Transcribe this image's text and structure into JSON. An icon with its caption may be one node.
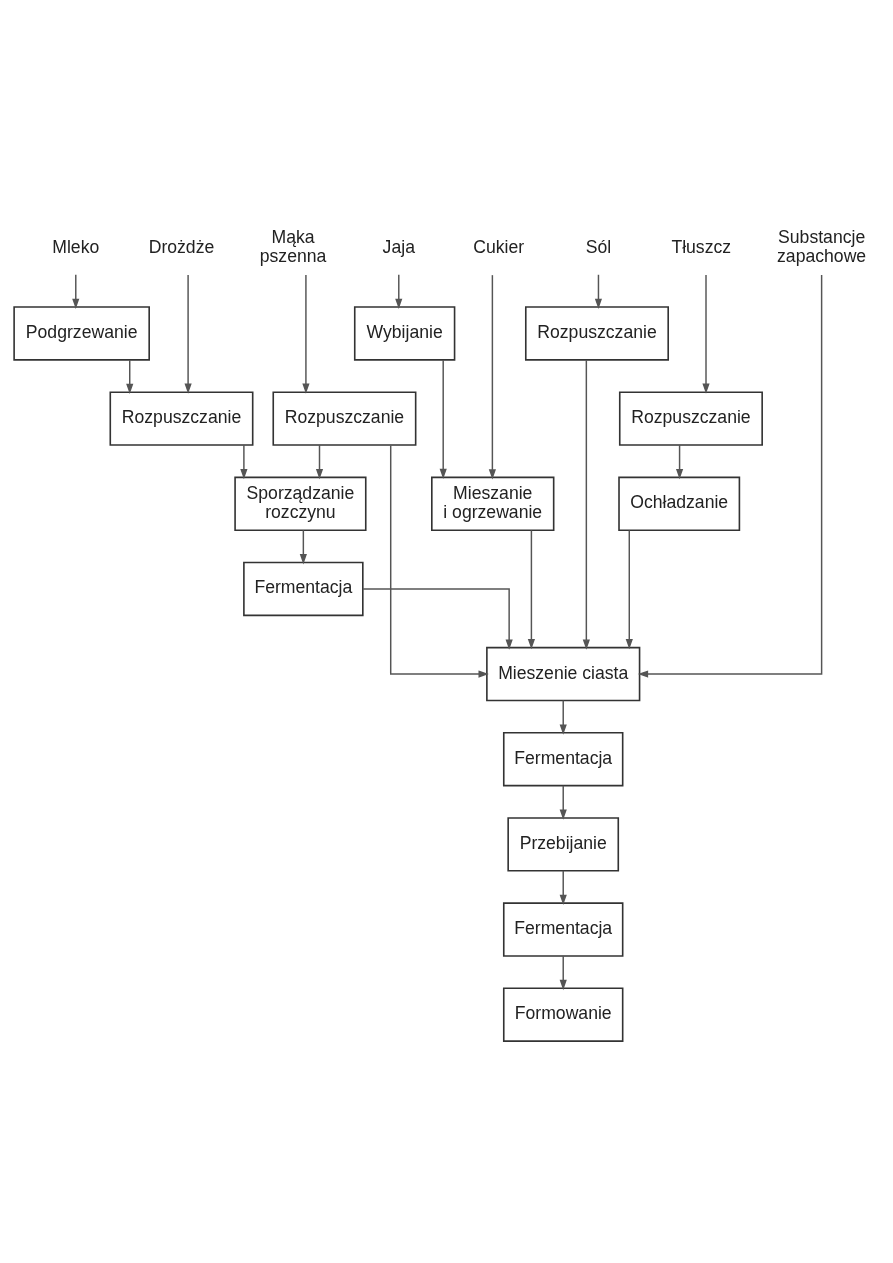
{
  "diagram": {
    "nodes": [
      {
        "text": [
          "Mleko"
        ]
      },
      {
        "text": [
          "Drożdże"
        ]
      },
      {
        "text": [
          "Mąka pszenna"
        ]
      },
      {
        "text": [
          "Jaja"
        ]
      },
      {
        "text": [
          "Cukier"
        ]
      },
      {
        "text": [
          "Sól"
        ]
      },
      {
        "text": [
          "Tłuszcz"
        ]
      },
      {
        "text": [
          "Substancje zapachowe"
        ]
      },
      {
        "text": [
          "Podgrzewanie"
        ]
      },
      {
        "text": [
          "Wybijanie"
        ]
      },
      {
        "text": [
          "Rozpuszczanie"
        ]
      },
      {
        "text": [
          "Rozpuszczanie"
        ]
      },
      {
        "text": [
          "Rozpuszczanie"
        ]
      },
      {
        "text": [
          "Rozpuszczanie"
        ]
      },
      {
        "text": [
          "Sporządzanie rozczynu"
        ]
      },
      {
        "text": [
          "Mieszanie i ogrzewanie"
        ]
      },
      {
        "text": [
          "Ochładzanie"
        ]
      },
      {
        "text": [
          "Fermentacja"
        ]
      },
      {
        "text": [
          "Mieszenie ciasta"
        ]
      },
      {
        "text": [
          "Fermentacja"
        ]
      },
      {
        "text": [
          "Przebijanie"
        ]
      },
      {
        "text": [
          "Fermentacja"
        ]
      },
      {
        "text": [
          "Formowanie"
        ]
      }
    ],
    "edges": [
      {
        "from": 0,
        "to": 8,
        "arrow": "to"
      },
      {
        "from": 8,
        "to": 11,
        "arrow": "to"
      },
      {
        "from": 1,
        "to": 11,
        "arrow": "to"
      },
      {
        "from": 2,
        "to": 12,
        "arrow": "to"
      },
      {
        "from": 11,
        "to": 14,
        "arrow": "to"
      },
      {
        "from": 12,
        "to": 14,
        "arrow": "to"
      },
      {
        "from": 14,
        "to": 17,
        "arrow": "to"
      },
      {
        "from": 17,
        "to": 18,
        "arrow": "to"
      },
      {
        "from": 12,
        "to": 18,
        "arrow": "to"
      },
      {
        "from": 3,
        "to": 9,
        "arrow": "to"
      },
      {
        "from": 9,
        "to": 15,
        "arrow": "to"
      },
      {
        "from": 4,
        "to": 15,
        "arrow": "to"
      },
      {
        "from": 15,
        "to": 18,
        "arrow": "to"
      },
      {
        "from": 5,
        "to": 10,
        "arrow": "to"
      },
      {
        "from": 10,
        "to": 18,
        "arrow": "to"
      },
      {
        "from": 6,
        "to": 13,
        "arrow": "to"
      },
      {
        "from": 13,
        "to": 16,
        "arrow": "to"
      },
      {
        "from": 16,
        "to": 18,
        "arrow": "to"
      },
      {
        "from": 7,
        "to": 18,
        "arrow": "to"
      },
      {
        "from": 18,
        "to": 19,
        "arrow": "to"
      },
      {
        "from": 19,
        "to": 20,
        "arrow": "to"
      },
      {
        "from": 20,
        "to": 21,
        "arrow": "to"
      },
      {
        "from": 21,
        "to": 22,
        "arrow": "to"
      }
    ]
  }
}
